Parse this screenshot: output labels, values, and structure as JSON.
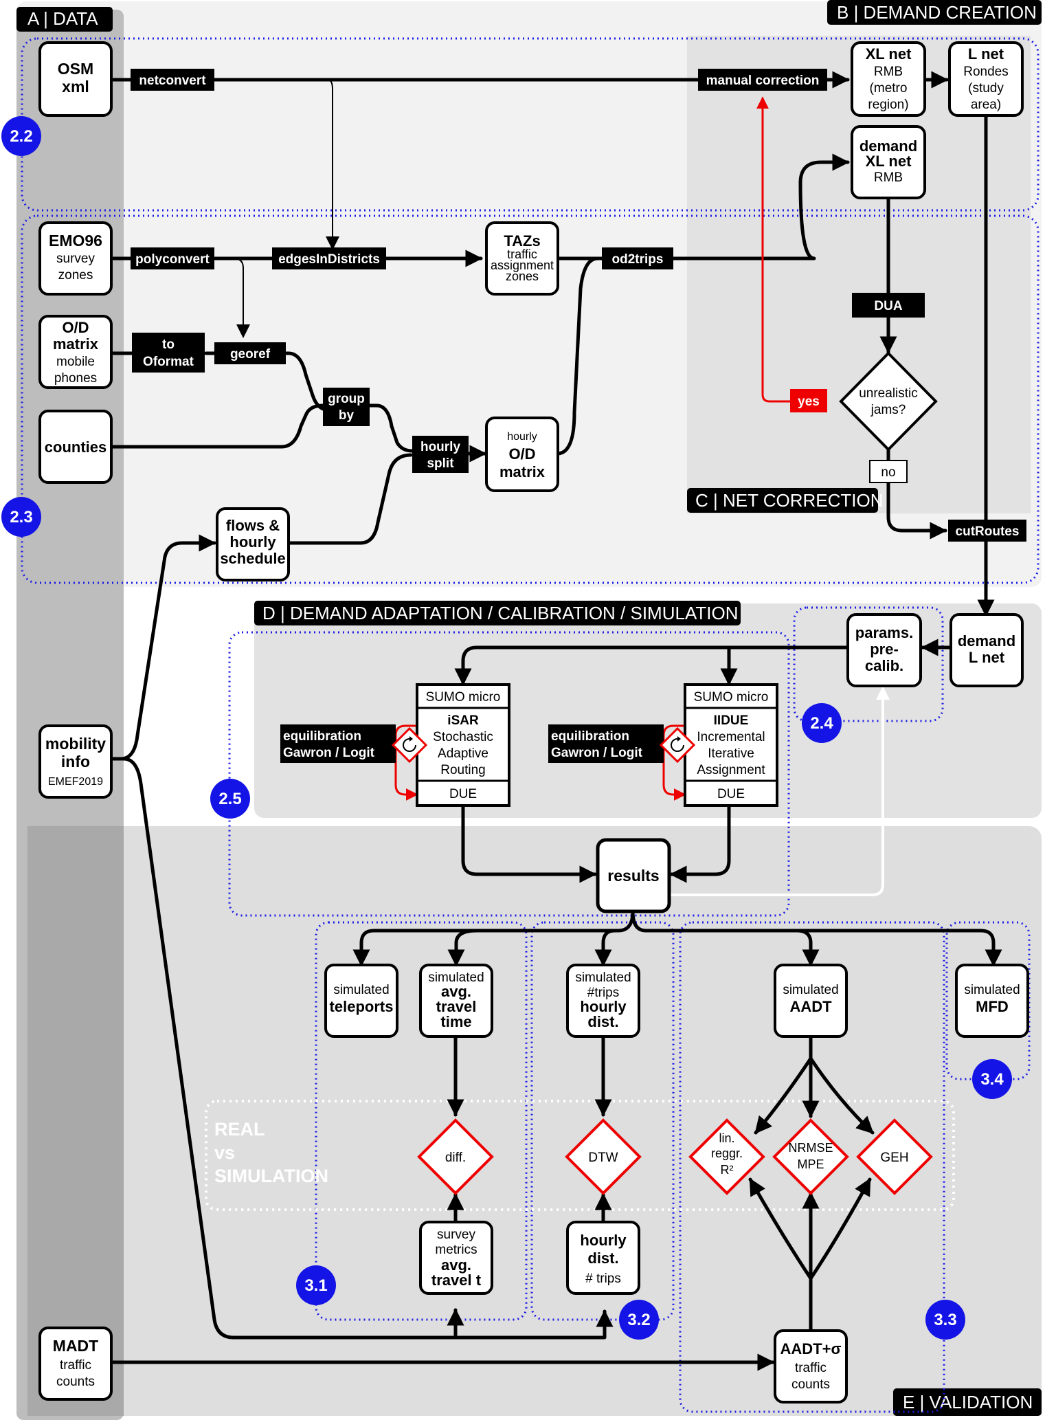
{
  "sections": {
    "a": "A | DATA",
    "b": "B | DEMAND CREATION",
    "c": "C | NET CORRECTION",
    "d": "D | DEMAND ADAPTATION / CALIBRATION / SIMULATION",
    "e": "E | VALIDATION"
  },
  "badges": {
    "b22": "2.2",
    "b23": "2.3",
    "b24": "2.4",
    "b25": "2.5",
    "b31": "3.1",
    "b32": "3.2",
    "b33": "3.3",
    "b34": "3.4"
  },
  "data_nodes": {
    "osm": [
      "OSM",
      "xml"
    ],
    "emo96": [
      "EMO96",
      "survey",
      "zones"
    ],
    "od_matrix": [
      "O/D",
      "matrix",
      "mobile",
      "phones"
    ],
    "counties": [
      "counties"
    ],
    "mobility": [
      "mobility",
      "info",
      "EMEF2019"
    ],
    "madt": [
      "MADT",
      "traffic",
      "counts"
    ]
  },
  "nodes": {
    "xl_net": [
      "XL net",
      "RMB",
      "(metro",
      "region)"
    ],
    "l_net": [
      "L net",
      "Rondes",
      "(study",
      "area)"
    ],
    "demand_xl": [
      "demand",
      "XL net",
      "RMB"
    ],
    "tazs": [
      "TAZs",
      "traffic",
      "assignment",
      "zones"
    ],
    "hourly_od": [
      "hourly",
      "O/D",
      "matrix"
    ],
    "flows": [
      "flows &",
      "hourly",
      "schedule"
    ],
    "demand_l": [
      "demand",
      "L net"
    ],
    "params": [
      "params.",
      "pre-",
      "calib."
    ],
    "results": [
      "results"
    ]
  },
  "tools": {
    "netconvert": "netconvert",
    "manual_correction": "manual correction",
    "polyconvert": "polyconvert",
    "edges_in_districts": "edgesInDistricts",
    "od2trips": "od2trips",
    "to_oformat": [
      "to",
      "Oformat"
    ],
    "georef": "georef",
    "group_by": [
      "group",
      "by"
    ],
    "hourly_split": [
      "hourly",
      "split"
    ],
    "dua": "DUA",
    "cut_routes": "cutRoutes",
    "equilibration": [
      "equilibration",
      "Gawron / Logit"
    ]
  },
  "decision": {
    "question": [
      "unrealistic",
      "jams?"
    ],
    "yes": "yes",
    "no": "no"
  },
  "sumo": {
    "isar": {
      "header": "SUMO micro",
      "lines": [
        "iSAR",
        "Stochastic",
        "Adaptive",
        "Routing"
      ],
      "footer": "DUE"
    },
    "iidue": {
      "header": "SUMO micro",
      "lines": [
        "IIDUE",
        "Incremental",
        "Iterative",
        "Assignment"
      ],
      "footer": "DUE"
    }
  },
  "validation": {
    "teleports": [
      "simulated",
      "teleports"
    ],
    "avg_travel_time": [
      "simulated",
      "avg.",
      "travel",
      "time"
    ],
    "hourly_dist_sim": [
      "simulated",
      "#trips",
      "hourly",
      "dist."
    ],
    "aadt_sim": [
      "simulated",
      "AADT"
    ],
    "mfd": [
      "simulated",
      "MFD"
    ],
    "diff": "diff.",
    "dtw": "DTW",
    "lin_reggr": [
      "lin.",
      "reggr.",
      "R²"
    ],
    "nrmse": [
      "NRMSE",
      "MPE"
    ],
    "geh": "GEH",
    "real_vs_sim": [
      "REAL",
      "vs",
      "SIMULATION"
    ],
    "survey": [
      "survey",
      "metrics",
      "avg.",
      "travel t"
    ],
    "hourly_dist_real": [
      "hourly",
      "dist.",
      "# trips"
    ],
    "aadt_real": [
      "AADT+σ",
      "traffic",
      "counts"
    ]
  }
}
